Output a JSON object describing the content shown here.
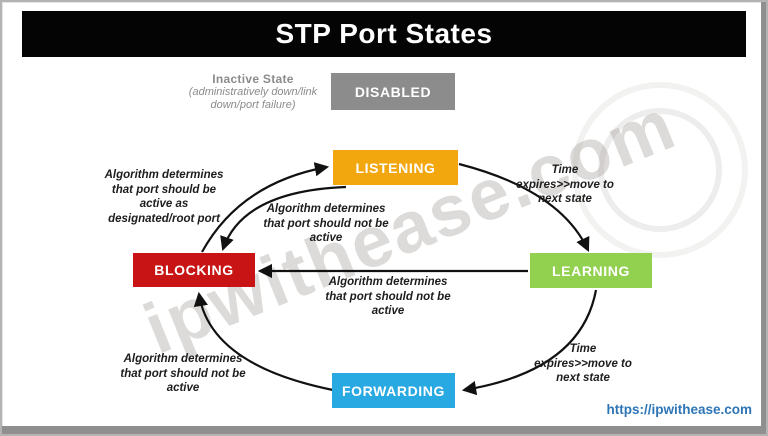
{
  "header": {
    "title": "STP Port States"
  },
  "inactive": {
    "title": "Inactive State",
    "line1": "(administratively down/link",
    "line2": "down/port failure)"
  },
  "states": {
    "disabled": {
      "label": "DISABLED",
      "color": "#8c8c8c"
    },
    "listening": {
      "label": "LISTENING",
      "color": "#f2a70f"
    },
    "blocking": {
      "label": "BLOCKING",
      "color": "#c81414"
    },
    "learning": {
      "label": "LEARNING",
      "color": "#92d050"
    },
    "forwarding": {
      "label": "FORWARDING",
      "color": "#29a9e1"
    }
  },
  "annotations": {
    "to_active": [
      "Algorithm determines",
      "that port should be",
      "active as",
      "designated/root port"
    ],
    "not_active_upper": [
      "Algorithm determines",
      "that port should not be",
      "active"
    ],
    "not_active_center": [
      "Algorithm determines",
      "that port should not be",
      "active"
    ],
    "not_active_lower": [
      "Algorithm determines",
      "that port should not be",
      "active"
    ],
    "time_upper": [
      "Time",
      "expires>>move to",
      "next state"
    ],
    "time_lower": [
      "Time",
      "expires>>move to",
      "next state"
    ]
  },
  "watermark": {
    "text": "ipwithease.com"
  },
  "footer": {
    "link": "https://ipwithease.com",
    "color": "#2e75b6"
  }
}
